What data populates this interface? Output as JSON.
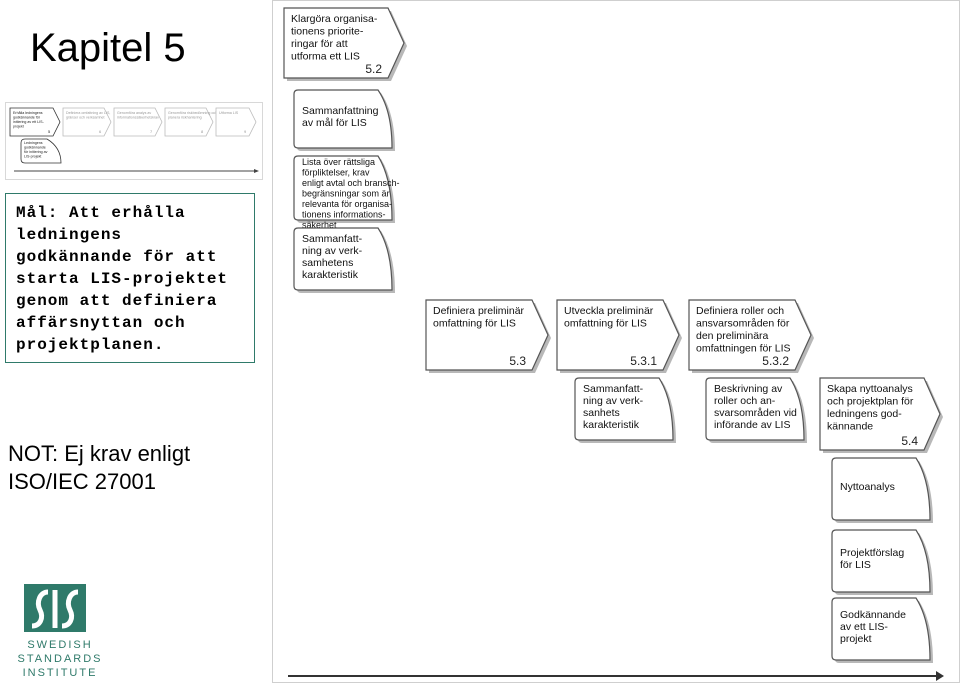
{
  "title": "Kapitel 5",
  "goal": "Mål: Att erhålla ledningens godkännande för att starta LIS-projektet genom att definiera affärsnyttan och projektplanen.",
  "note": [
    "NOT: Ej krav enligt",
    "ISO/IEC 27001"
  ],
  "logo": {
    "text": [
      "SWEDISH",
      "STANDARDS",
      "INSTITUTE"
    ],
    "mark": "SIS",
    "color": "#2f7a6a"
  },
  "thumbnail": {
    "arrows": [
      {
        "lines": [
          "Erhålla ledningens",
          "godkännande för",
          "initiering av ett LIS-",
          "projekt"
        ],
        "num": "5"
      },
      {
        "lines": [
          "Definiera omfattning av LIS,",
          "gränser och verksamhet"
        ],
        "num": "6"
      },
      {
        "lines": [
          "Genomföra analys av",
          "informationssäkerhetskrav"
        ],
        "num": "7"
      },
      {
        "lines": [
          "Genomföra riskbedömning och",
          "planera riskhantering"
        ],
        "num": "8"
      },
      {
        "lines": [
          "Utforma LIS"
        ],
        "num": "9"
      }
    ],
    "doc": [
      "Ledningens",
      "godkännande",
      "för initiering av",
      "LIS-projekt"
    ]
  },
  "diagram": {
    "top_arrow": {
      "lines": [
        "Klargöra organisa-",
        "tionens priorite-",
        "ringar för att",
        "utforma ett LIS"
      ],
      "num": "5.2"
    },
    "left_docs": [
      {
        "lines": [
          "Sammanfattning",
          "av mål för LIS"
        ]
      },
      {
        "lines": [
          "Lista över rättsliga",
          "förpliktelser, krav",
          "enligt avtal och bransch-",
          "begränsningar som är",
          "relevanta för organisa-",
          "tionens informations-",
          "säkerhet"
        ]
      },
      {
        "lines": [
          "Sammanfatt-",
          "ning av verk-",
          "samhetens",
          "karakteristik"
        ]
      }
    ],
    "steps": [
      {
        "lines": [
          "Definiera preliminär",
          "omfattning för LIS"
        ],
        "num": "5.3"
      },
      {
        "lines": [
          "Utveckla preliminär",
          "omfattning för LIS"
        ],
        "num": "5.3.1"
      },
      {
        "lines": [
          "Definiera roller och",
          "ansvarsområden för",
          "den preliminära",
          "omfattningen för LIS"
        ],
        "num": "5.3.2"
      }
    ],
    "step_docs": [
      {
        "lines": [
          "Sammanfatt-",
          "ning av verk-",
          "sanhets",
          "karakteristik"
        ]
      },
      {
        "lines": [
          "Beskrivning av",
          "roller och an-",
          "svarsområden vid",
          "införande av LIS"
        ]
      }
    ],
    "final_arrow": {
      "lines": [
        "Skapa nyttoanalys",
        "och projektplan för",
        "ledningens god-",
        "kännande"
      ],
      "num": "5.4"
    },
    "final_docs": [
      {
        "lines": [
          "Nyttoanalys"
        ]
      },
      {
        "lines": [
          "Projektförslag",
          "för LIS"
        ]
      },
      {
        "lines": [
          "Godkännande",
          "av ett LIS-",
          "projekt"
        ]
      }
    ]
  }
}
